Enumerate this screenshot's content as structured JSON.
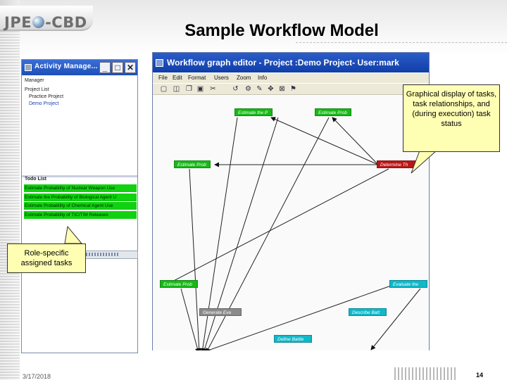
{
  "slide": {
    "title": "Sample Workflow Model",
    "logo": {
      "left": "JPE",
      "right": "-CBD"
    },
    "footer": {
      "date": "3/17/2018",
      "page": "14"
    }
  },
  "activity_manager": {
    "title": "Activity Manage...",
    "manager_label": "Manager",
    "tree": [
      "Project List",
      "Practice Project",
      "Demo Project"
    ],
    "todo_label": "Todo List",
    "todo_items": [
      "Estimate Probability of Nuclear Weapon Use",
      "Estimate the Probability of Biological Agent U",
      "Estimate Probability of Chemical Agent Use",
      "Estimate Probability of TIC/TIM Releases"
    ],
    "buttons": {
      "minimize": "_",
      "maximize": "□",
      "close": "✕"
    }
  },
  "workflow_editor": {
    "title": "Workflow graph editor - Project :Demo Project- User:mark",
    "menus": [
      "File",
      "Edit",
      "Format",
      "Users",
      "Zoom",
      "Info"
    ],
    "toolbar_icons": [
      "new-icon",
      "open-icon",
      "copy-icon",
      "paste-icon",
      "cut-icon",
      "undo-icon",
      "settings-icon",
      "edit-icon",
      "move-icon",
      "delete-icon",
      "flag-icon"
    ],
    "nodes": [
      {
        "id": "n1",
        "label": "Estimate the P",
        "color": "#18b818"
      },
      {
        "id": "n2",
        "label": "Estimate Prob",
        "color": "#18b818"
      },
      {
        "id": "n3",
        "label": "Estimate Prob",
        "color": "#18b818"
      },
      {
        "id": "n4",
        "label": "Determine Th",
        "color": "#b81818"
      },
      {
        "id": "n5",
        "label": "Estimate Prob",
        "color": "#18b818"
      },
      {
        "id": "n6",
        "label": "Evaluate the",
        "color": "#10b8c8"
      },
      {
        "id": "n7",
        "label": "Generate Eva",
        "color": "#8a8a8a"
      },
      {
        "id": "n8",
        "label": "Describe Batt",
        "color": "#10b8c8"
      },
      {
        "id": "n9",
        "label": "Define Battle",
        "color": "#10b8c8"
      }
    ]
  },
  "callouts": {
    "graph_display": "Graphical display of tasks, task relationships, and (during execution) task status",
    "role_tasks": "Role-specific assigned tasks"
  }
}
